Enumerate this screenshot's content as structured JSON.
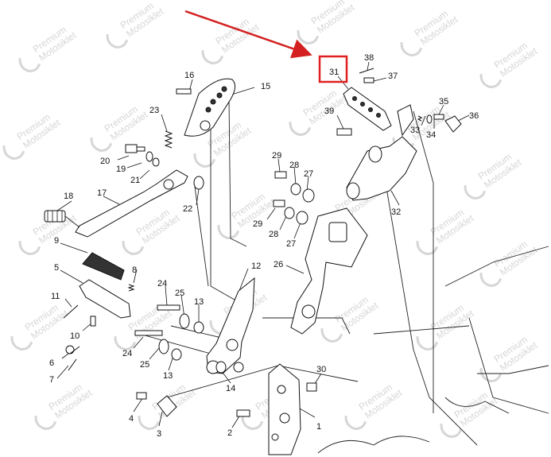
{
  "watermark": {
    "line1": "Premium",
    "line2": "Motosiklet"
  },
  "highlight": {
    "part": "31",
    "color": "#e02020"
  },
  "colors": {
    "line": "#111111",
    "watermark": "#d6d6d6",
    "arrow": "#d42020"
  },
  "labels": {
    "p1": "1",
    "p2": "2",
    "p3": "3",
    "p4": "4",
    "p5": "5",
    "p6": "6",
    "p7": "7",
    "p8": "8",
    "p9": "9",
    "p10": "10",
    "p11": "11",
    "p12": "12",
    "p13a": "13",
    "p13b": "13",
    "p14": "14",
    "p15": "15",
    "p16": "16",
    "p17": "17",
    "p18": "18",
    "p19": "19",
    "p20": "20",
    "p21": "21",
    "p22": "22",
    "p23": "23",
    "p24a": "24",
    "p24b": "24",
    "p25a": "25",
    "p25b": "25",
    "p26": "26",
    "p27a": "27",
    "p27b": "27",
    "p28a": "28",
    "p28b": "28",
    "p29a": "29",
    "p29b": "29",
    "p30": "30",
    "p31": "31",
    "p32": "32",
    "p33": "33",
    "p34": "34",
    "p35": "35",
    "p36": "36",
    "p37": "37",
    "p38": "38",
    "p39": "39"
  }
}
